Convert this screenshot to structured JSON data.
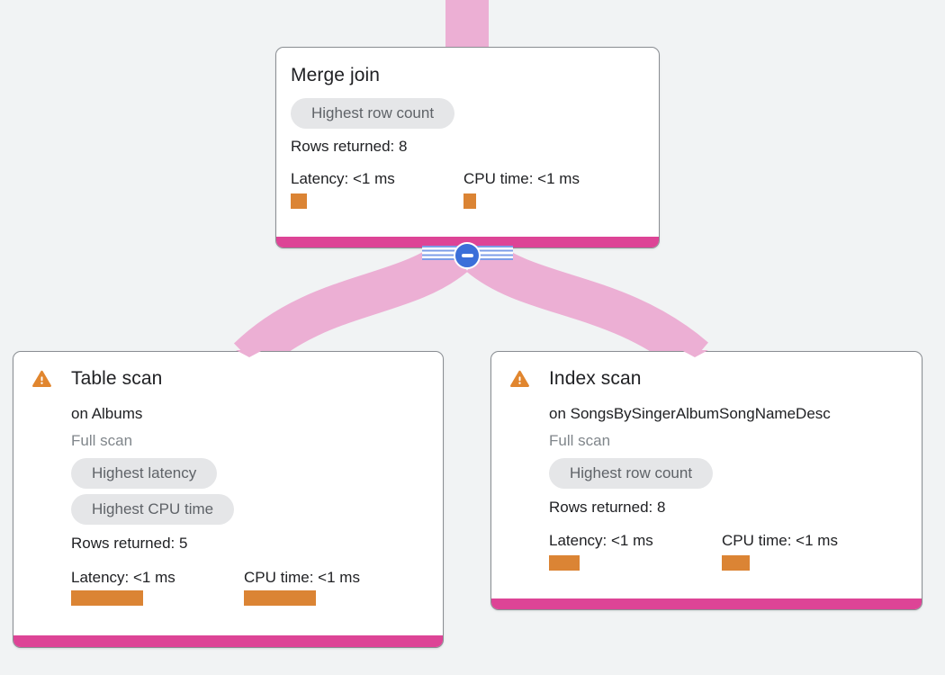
{
  "graph": {
    "colors": {
      "background": "#F1F3F4",
      "edge_pink": "#ECAFD4",
      "accent_magenta": "#DD4496",
      "metric_bar_orange": "#DB8434",
      "warning_orange": "#E1862F",
      "collapse_button_blue": "#3B6FD9",
      "badge_bg": "#E5E6E8",
      "badge_text": "#5F6368",
      "text_primary": "#202124",
      "text_secondary": "#80868B"
    },
    "collapse_button": {
      "icon": "minus-icon"
    },
    "nodes": {
      "merge_join": {
        "title": "Merge join",
        "badges": [
          "Highest row count"
        ],
        "rows_returned": "Rows returned: 8",
        "metrics": {
          "latency": {
            "label": "Latency: <1 ms",
            "bar_style": "width:18px"
          },
          "cpu": {
            "label": "CPU time: <1 ms",
            "bar_style": "width:14px"
          }
        }
      },
      "table_scan": {
        "warning_icon": "warning-icon",
        "title": "Table scan",
        "target": "on Albums",
        "scan_mode": "Full scan",
        "badges": [
          "Highest latency",
          "Highest CPU time"
        ],
        "rows_returned": "Rows returned: 5",
        "metrics": {
          "latency": {
            "label": "Latency: <1 ms",
            "bar_style": "width:80px"
          },
          "cpu": {
            "label": "CPU time: <1 ms",
            "bar_style": "width:80px"
          }
        }
      },
      "index_scan": {
        "warning_icon": "warning-icon",
        "title": "Index scan",
        "target": "on SongsBySingerAlbumSongNameDesc",
        "scan_mode": "Full scan",
        "badges": [
          "Highest row count"
        ],
        "rows_returned": "Rows returned: 8",
        "metrics": {
          "latency": {
            "label": "Latency: <1 ms",
            "bar_style": "width:34px"
          },
          "cpu": {
            "label": "CPU time: <1 ms",
            "bar_style": "width:31px"
          }
        }
      }
    }
  }
}
